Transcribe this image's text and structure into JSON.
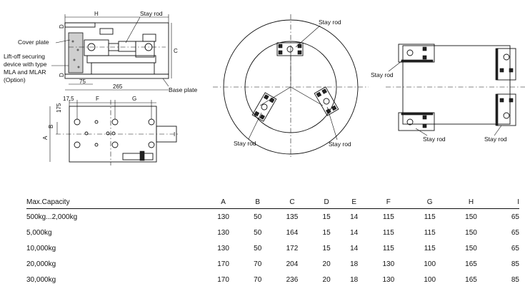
{
  "side_view": {
    "dim_H": "H",
    "dim_D_top": "D",
    "dim_D_bottom": "D",
    "dim_C": "C",
    "dim_75": "75",
    "dim_265": "265",
    "label_stay_rod": "Stay rod",
    "label_cover_plate": "Cover plate",
    "label_liftoff": [
      "Lift-off securing",
      "device with type",
      "MLA and MLAR",
      "(Option)"
    ],
    "label_base_plate": "Base plate"
  },
  "top_view": {
    "dim_17_5": "17,5",
    "dim_175": "175",
    "dim_B": "B",
    "dim_F": "F",
    "dim_G": "G",
    "dim_A": "A",
    "dim_I": "I"
  },
  "circular_layout": {
    "stay_rod_top": "Stay rod",
    "stay_rod_left": "Stay rod",
    "stay_rod_right": "Stay rod"
  },
  "rect_layout": {
    "stay_rod_left": "Stay rod",
    "stay_rod_bottom1": "Stay rod",
    "stay_rod_bottom2": "Stay rod"
  },
  "table": {
    "headers": [
      "Max.Capacity",
      "A",
      "B",
      "C",
      "D",
      "E",
      "F",
      "G",
      "H",
      "I"
    ],
    "rows": [
      [
        "500kg...2,000kg",
        "130",
        "50",
        "135",
        "15",
        "14",
        "115",
        "115",
        "150",
        "65"
      ],
      [
        "5,000kg",
        "130",
        "50",
        "164",
        "15",
        "14",
        "115",
        "115",
        "150",
        "65"
      ],
      [
        "10,000kg",
        "130",
        "50",
        "172",
        "15",
        "14",
        "115",
        "115",
        "150",
        "65"
      ],
      [
        "20,000kg",
        "170",
        "70",
        "204",
        "20",
        "18",
        "130",
        "100",
        "165",
        "85"
      ],
      [
        "30,000kg",
        "170",
        "70",
        "236",
        "20",
        "18",
        "130",
        "100",
        "165",
        "85"
      ]
    ]
  }
}
